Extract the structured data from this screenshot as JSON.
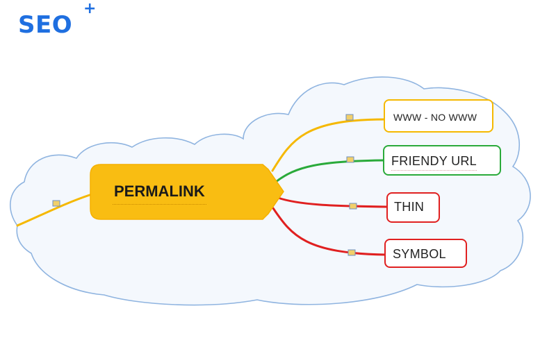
{
  "logo": {
    "text": "SEO",
    "superscript": "+"
  },
  "mindmap": {
    "central_topic": "PERMALINK",
    "branches": [
      {
        "label": "WWW - NO WWW",
        "color": "#f5b800"
      },
      {
        "label": "FRIENDY URL",
        "color": "#2aaa3a"
      },
      {
        "label": "THIN",
        "color": "#e02020"
      },
      {
        "label": "SYMBOL",
        "color": "#e02020"
      }
    ]
  },
  "colors": {
    "brand": "#1f6fe0",
    "central_fill": "#f9bd12",
    "cloud_outline": "#8fb4e0",
    "cloud_fill": "#f4f8fd",
    "incoming_line": "#f5b800"
  }
}
